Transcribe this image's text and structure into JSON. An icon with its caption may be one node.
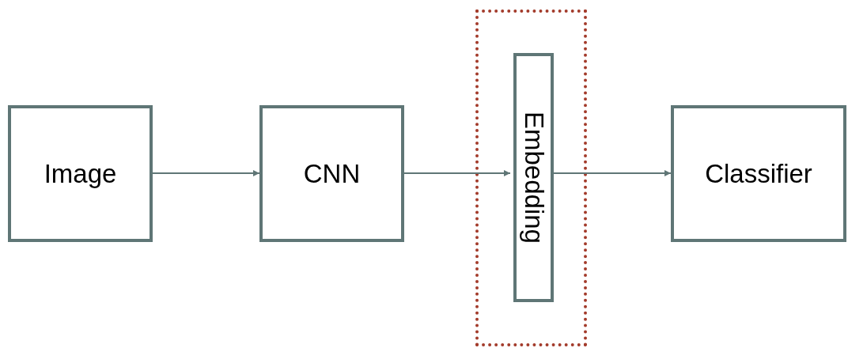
{
  "diagram": {
    "nodes": [
      {
        "text": [
          "Image"
        ]
      },
      {
        "text": [
          "CNN"
        ]
      },
      {
        "text": [],
        "shape": "box"
      },
      {
        "text": [
          "Embedding"
        ],
        "in": 2
      },
      {
        "text": [
          "Classifier"
        ]
      }
    ],
    "edges": [
      {
        "from": 0,
        "to": 1,
        "arrow": "to"
      },
      {
        "from": 1,
        "to": 3,
        "arrow": "to"
      },
      {
        "from": 3,
        "to": 4,
        "arrow": "to"
      }
    ]
  }
}
